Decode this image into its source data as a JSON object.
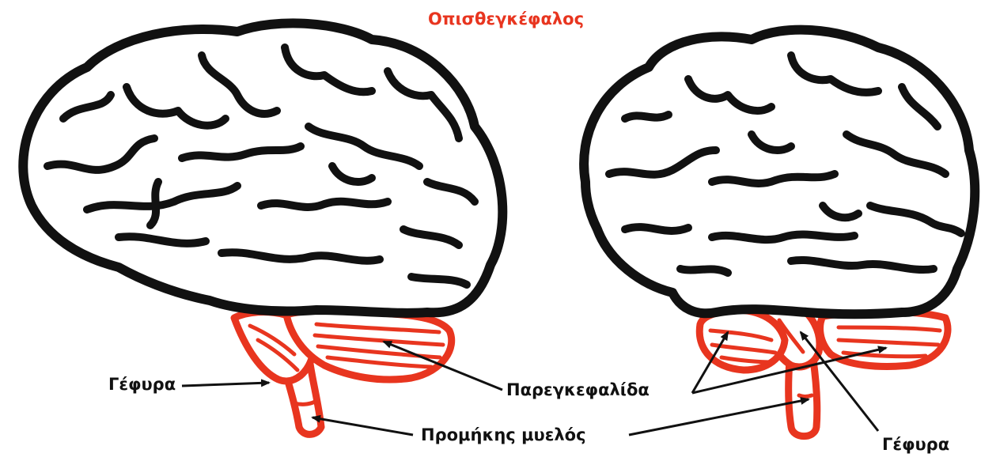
{
  "title": "Οπισθεγκέφαλος",
  "labels": {
    "pons_left": "Γέφυρα",
    "cerebellum": "Παρεγκεφαλίδα",
    "medulla": "Προμήκης μυελός",
    "pons_right": "Γέφυρα"
  },
  "colors": {
    "highlight": "#e8351f",
    "outline": "#111111",
    "fill": "#ffffff"
  }
}
